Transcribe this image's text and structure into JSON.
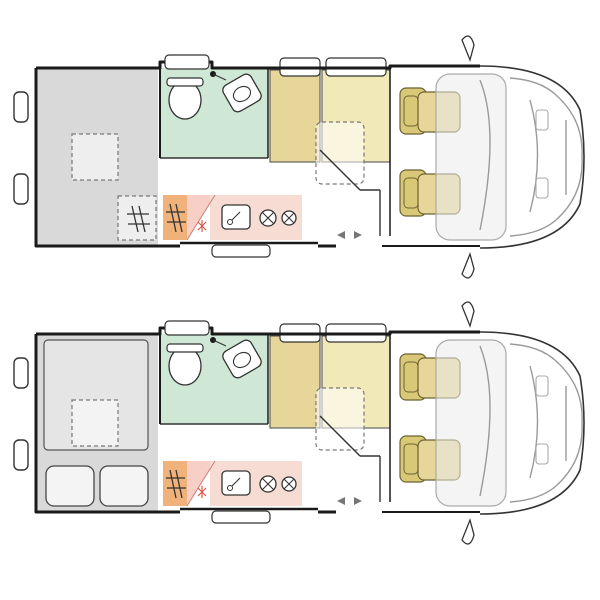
{
  "diagram": {
    "layouts": [
      {
        "id": "top",
        "rear_area": {
          "variant": "garage"
        },
        "sleeping_area": {
          "variant": "none"
        }
      },
      {
        "id": "bottom",
        "rear_area": {
          "variant": "bed"
        },
        "sleeping_area": {
          "variant": "two-pillows"
        }
      }
    ],
    "colors": {
      "rear": "#d9d9d9",
      "bathroom": "#cfe8d6",
      "kitchen_sink_zone": "#f7cfc7",
      "kitchen_hob_zone": "#f6dcd2",
      "kitchen_orange": "#f0b27a",
      "bench": "#e6d699",
      "bench_light": "#f2e9b8",
      "seat": "#d9c977",
      "outline": "#1a1a1a",
      "cab_lines": "#9a9a9a"
    },
    "icons": [
      "shower-drain-icon",
      "toilet-icon",
      "washbasin-icon",
      "sink-icon",
      "hob-icon",
      "fridge-snowflake-icon",
      "direction-arrows-icon",
      "wheel-icon",
      "mirror-icon",
      "windscreen-icon"
    ]
  }
}
